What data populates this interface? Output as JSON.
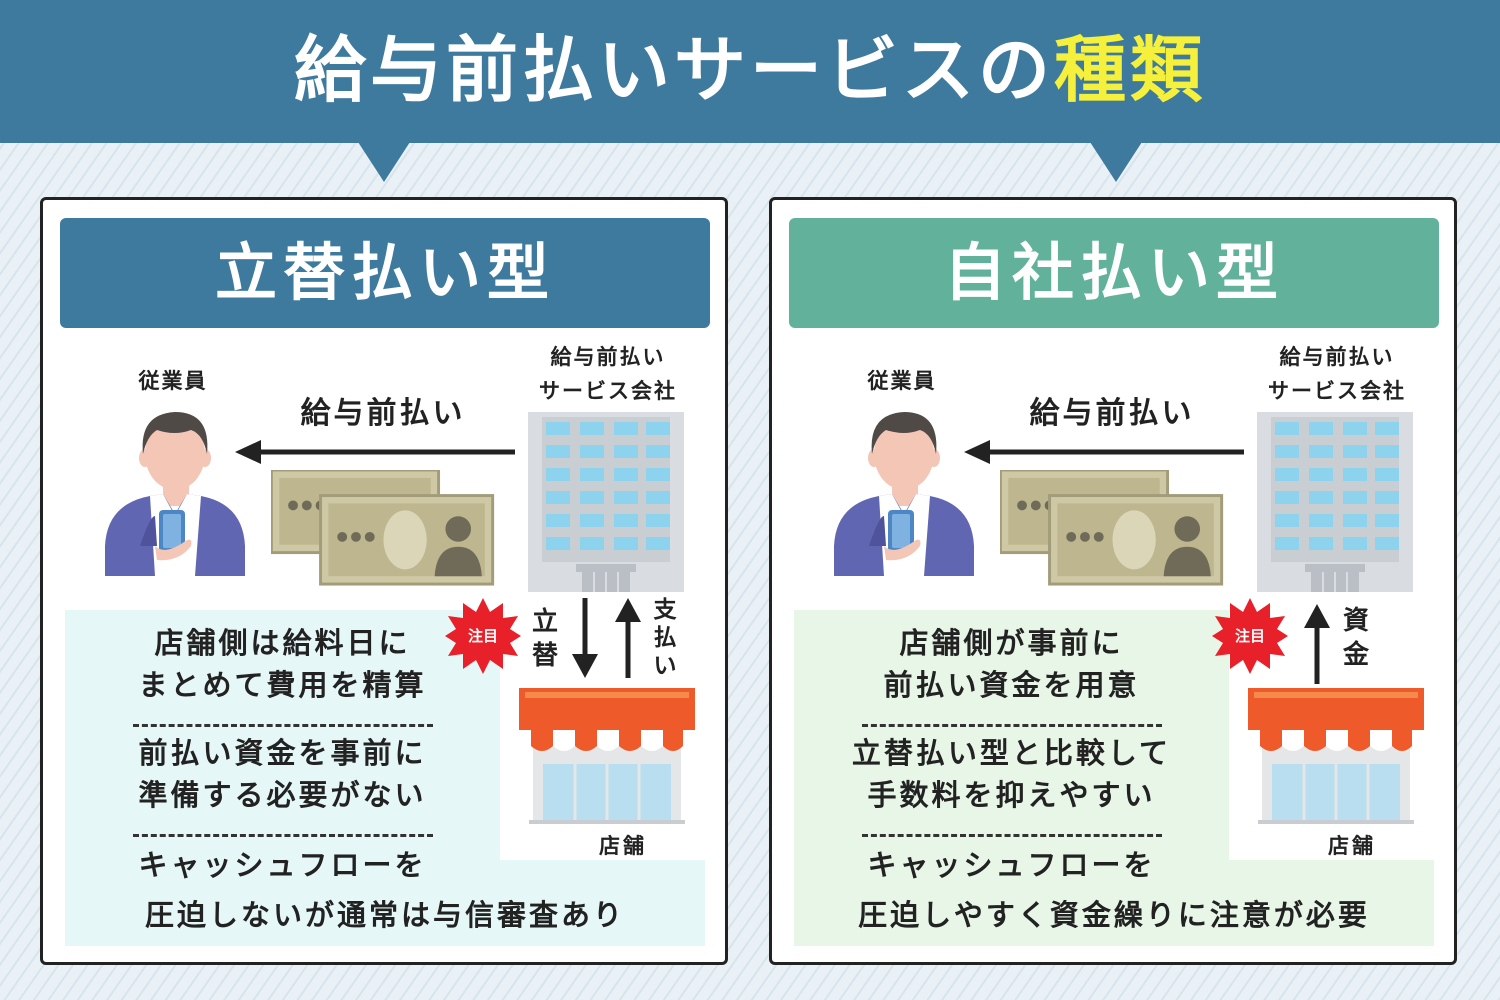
{
  "title": {
    "main": "給与前払いサービスの",
    "accent": "種類"
  },
  "colors": {
    "header": "#3e7a9e",
    "accent_text": "#f5f03c",
    "left_head": "#3e7a9e",
    "right_head": "#62b29b",
    "left_box": "#e6f7f7",
    "right_box": "#e8f6e8",
    "burst": "#e8202a"
  },
  "panels": [
    {
      "heading": "立替払い型",
      "employee_label": "従業員",
      "company_label": [
        "給与前払い",
        "サービス会社"
      ],
      "advance_label": "給与前払い",
      "store_label": "店舗",
      "badge": "注目",
      "down_label": [
        "立",
        "替"
      ],
      "up_label": [
        "支",
        "払",
        "い"
      ],
      "points": [
        [
          "店舗側は給料日に",
          "まとめて費用を精算"
        ],
        [
          "前払い資金を事前に",
          "準備する必要がない"
        ],
        [
          "キャッシュフローを",
          "圧迫しないが通常は与信審査あり"
        ]
      ]
    },
    {
      "heading": "自社払い型",
      "employee_label": "従業員",
      "company_label": [
        "給与前払い",
        "サービス会社"
      ],
      "advance_label": "給与前払い",
      "store_label": "店舗",
      "badge": "注目",
      "up_label": [
        "資",
        "金"
      ],
      "points": [
        [
          "店舗側が事前に",
          "前払い資金を用意"
        ],
        [
          "立替払い型と比較して",
          "手数料を抑えやすい"
        ],
        [
          "キャッシュフローを",
          "圧迫しやすく資金繰りに注意が必要"
        ]
      ]
    }
  ]
}
